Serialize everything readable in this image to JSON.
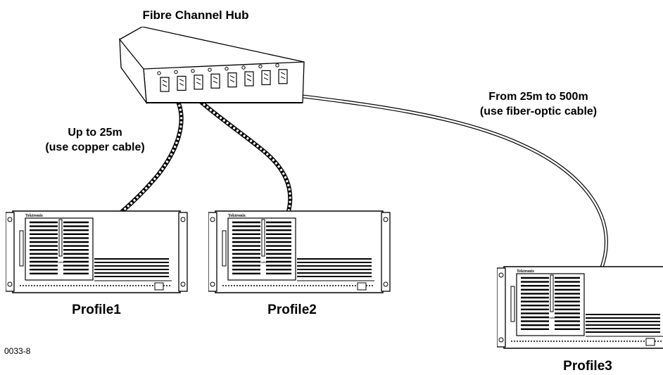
{
  "hub": {
    "title": "Fibre Channel Hub"
  },
  "copper": {
    "line1": "Up to 25m",
    "line2": "(use copper cable)"
  },
  "fiber": {
    "line1": "From 25m to 500m",
    "line2": "(use fiber-optic cable)"
  },
  "devices": [
    {
      "name": "Profile1",
      "brand": "Tektronix",
      "panel": "Profile"
    },
    {
      "name": "Profile2",
      "brand": "Tektronix",
      "panel": "Profile"
    },
    {
      "name": "Profile3",
      "brand": "Tektronix",
      "panel": "Profile"
    }
  ],
  "figure_id": "0033-8"
}
